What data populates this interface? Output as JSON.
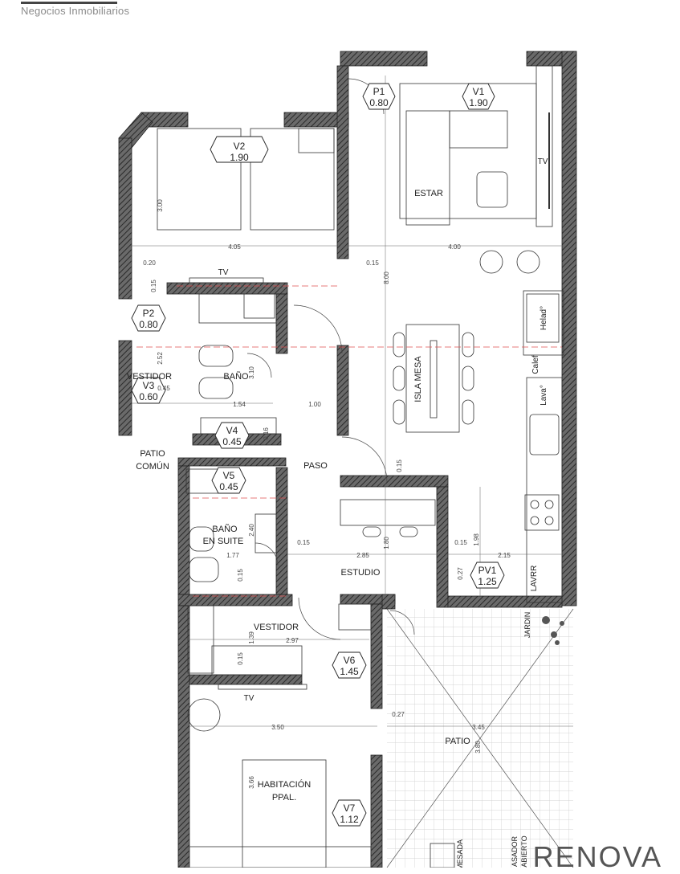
{
  "brand": {
    "subtitle": "Negocios Inmobiliarios",
    "logo": "RENOVA"
  },
  "rooms": {
    "estar": "ESTAR",
    "vestidor_1": "VESTIDOR",
    "bano": "BAÑO",
    "patio_comun_1": "PATIO",
    "patio_comun_2": "COMÚN",
    "paso": "PASO",
    "bano_suite_1": "BAÑO",
    "bano_suite_2": "EN  SUITE",
    "estudio": "ESTUDIO",
    "vestidor_2": "VESTIDOR",
    "patio": "PATIO",
    "habitacion_1": "HABITACIÓN",
    "habitacion_2": "PPAL.",
    "isla_mesa": "ISLA MESA",
    "jardin": "JARDIN",
    "mesada": "MESADA",
    "asador": "ASADOR",
    "abierto": "ABIERTO"
  },
  "appliances": {
    "tv_living": "TV",
    "tv_bedroom2": "TV",
    "tv_bedroom": "TV",
    "helad": "Helad°",
    "calef": "Calef",
    "lava": "Lava°",
    "lavarr": "LAVRR"
  },
  "openings": [
    {
      "code": "P1",
      "size": "0.80"
    },
    {
      "code": "V1",
      "size": "1.90"
    },
    {
      "code": "V2",
      "size": "1.90"
    },
    {
      "code": "P2",
      "size": "0.80"
    },
    {
      "code": "V3",
      "size": "0.60"
    },
    {
      "code": "V4",
      "size": "0.45"
    },
    {
      "code": "V5",
      "size": "0.45"
    },
    {
      "code": "PV1",
      "size": "1.25"
    },
    {
      "code": "V6",
      "size": "1.45"
    },
    {
      "code": "V7",
      "size": "1.12"
    }
  ],
  "dimensions": {
    "d_405": "4.05",
    "d_400": "4.00",
    "d_300": "3.00",
    "d_020": "0.20",
    "d_015a": "0.15",
    "d_800": "8.00",
    "d_015b": "0.15",
    "d_252": "2.52",
    "d_154": "1.54",
    "d_100": "1.00",
    "d_045": "0.45",
    "d_016": "0.16",
    "d_310": "3.10",
    "d_015c": "0.15",
    "d_240": "2.40",
    "d_015d": "0.15",
    "d_285": "2.85",
    "d_180": "1.80",
    "d_015e": "0.15",
    "d_215": "2.15",
    "d_198": "1.98",
    "d_177": "1.77",
    "d_015f": "0.15",
    "d_027a": "0.27",
    "d_297": "2.97",
    "d_139": "1.39",
    "d_015g": "0.15",
    "d_350": "3.50",
    "d_345": "3.45",
    "d_027b": "0.27",
    "d_380": "3.80",
    "d_366": "3.66"
  }
}
